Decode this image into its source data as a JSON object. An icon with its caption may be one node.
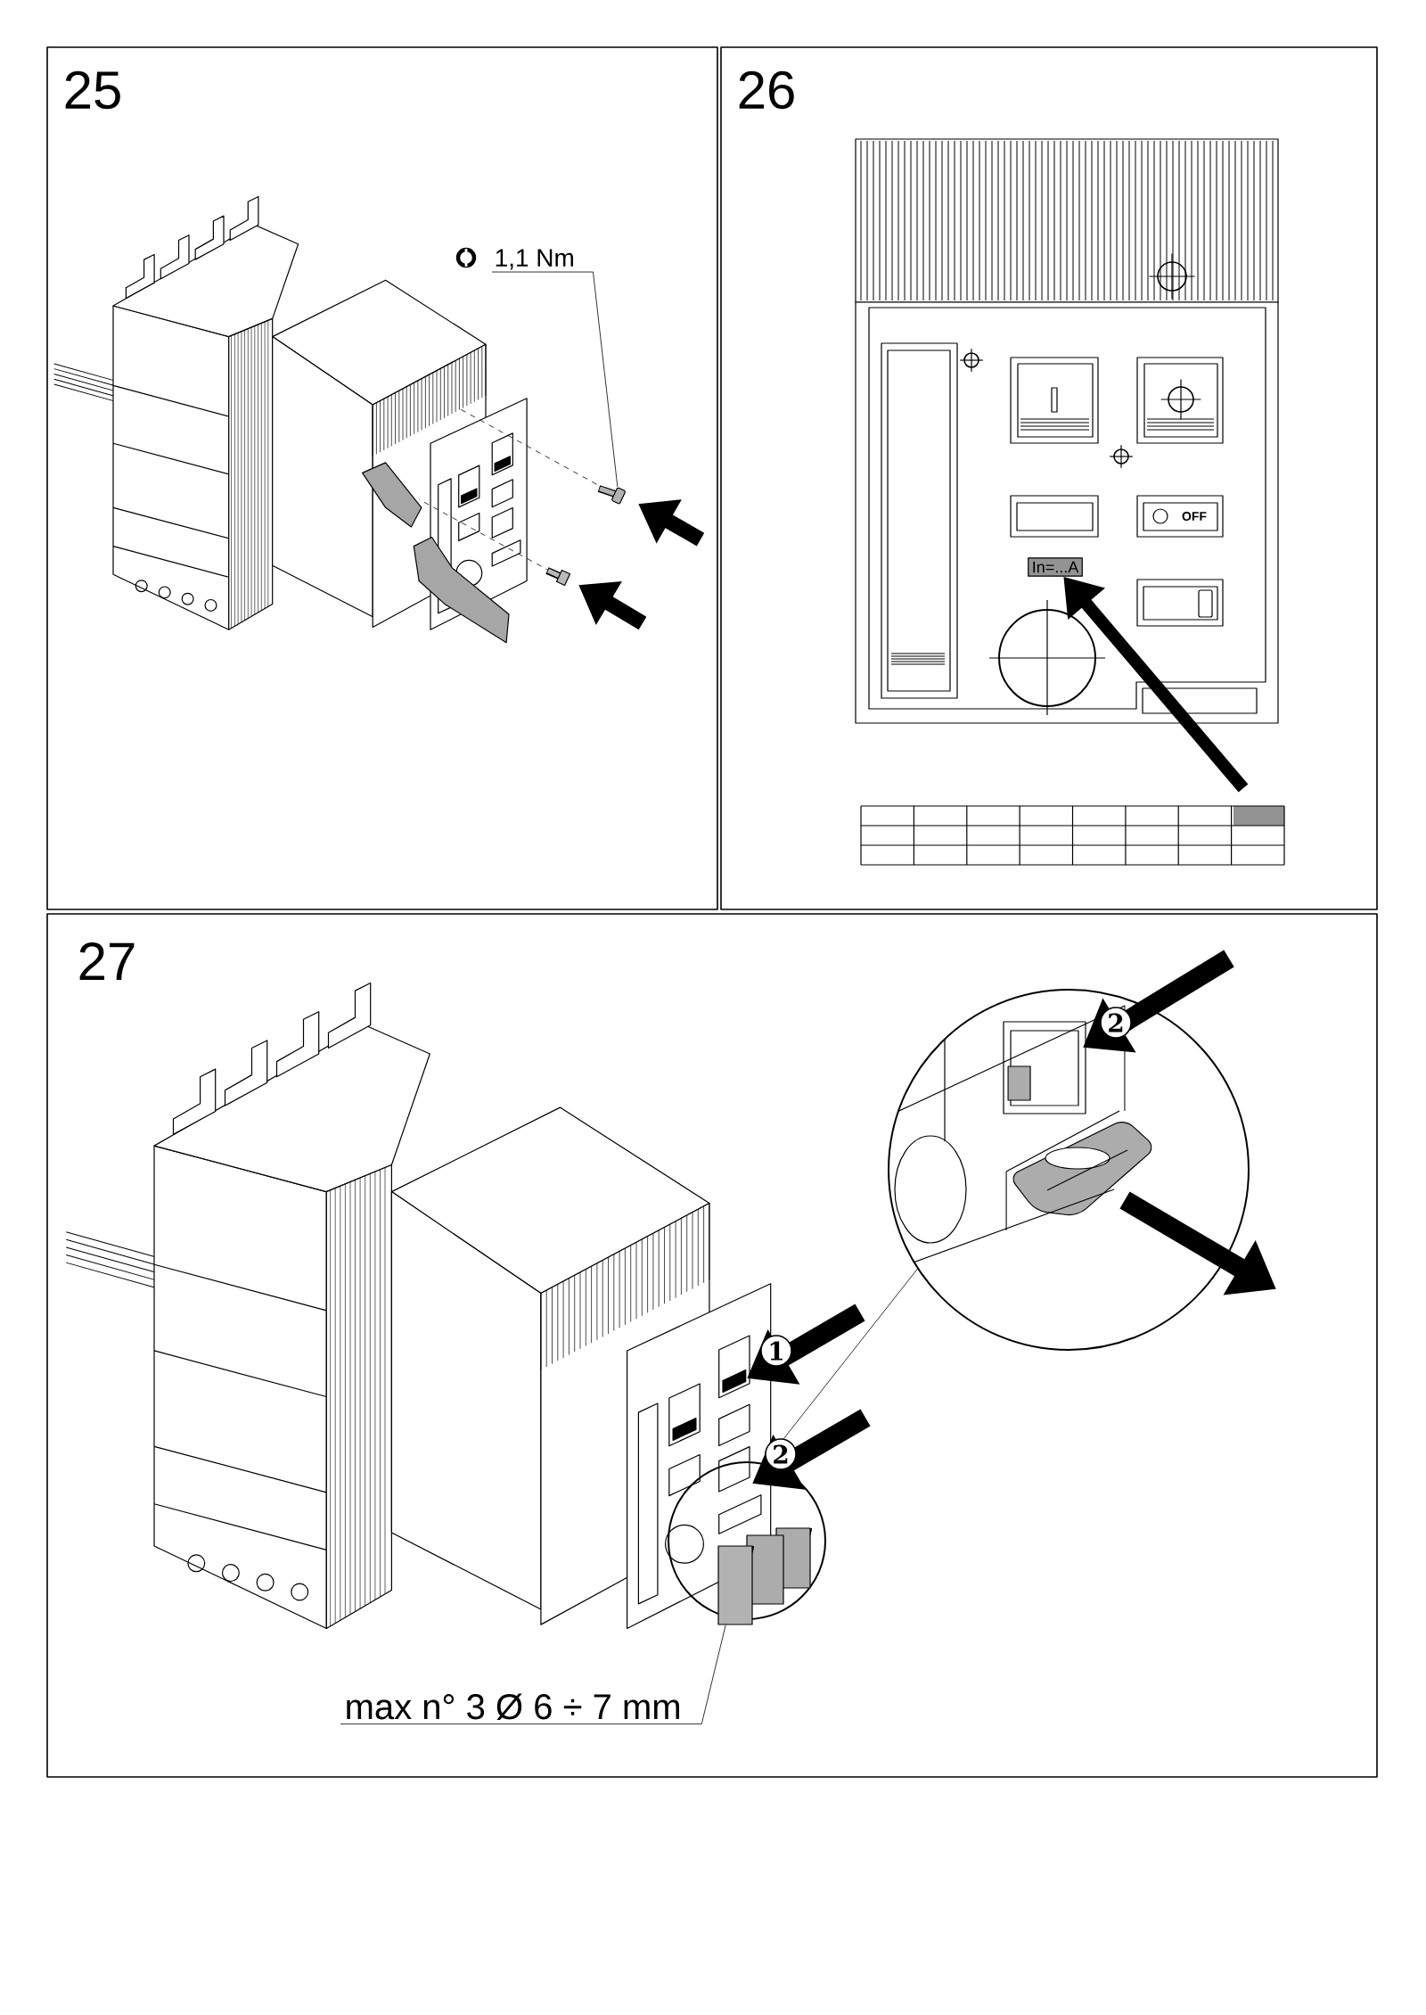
{
  "diagram": {
    "nodes": [
      {
        "text": [
          "1,1 Nm"
        ]
      },
      {
        "text": [],
        "shape": "picture"
      },
      {
        "text": [
          "In=...A"
        ]
      },
      {
        "text": [
          "max n° 3 Ø 6 ÷ 7 mm"
        ]
      },
      {
        "text": [],
        "shape": "picture"
      }
    ],
    "edges": [
      {
        "from": 0,
        "to": 1,
        "arrow": "none"
      },
      {
        "from": null,
        "to": 2,
        "arrow": "to",
        "style": "thick"
      },
      {
        "from": 3,
        "to": 4,
        "arrow": "none"
      }
    ],
    "labels": [
      "25",
      "26",
      "OFF",
      "27",
      "2",
      "1",
      "2"
    ]
  }
}
